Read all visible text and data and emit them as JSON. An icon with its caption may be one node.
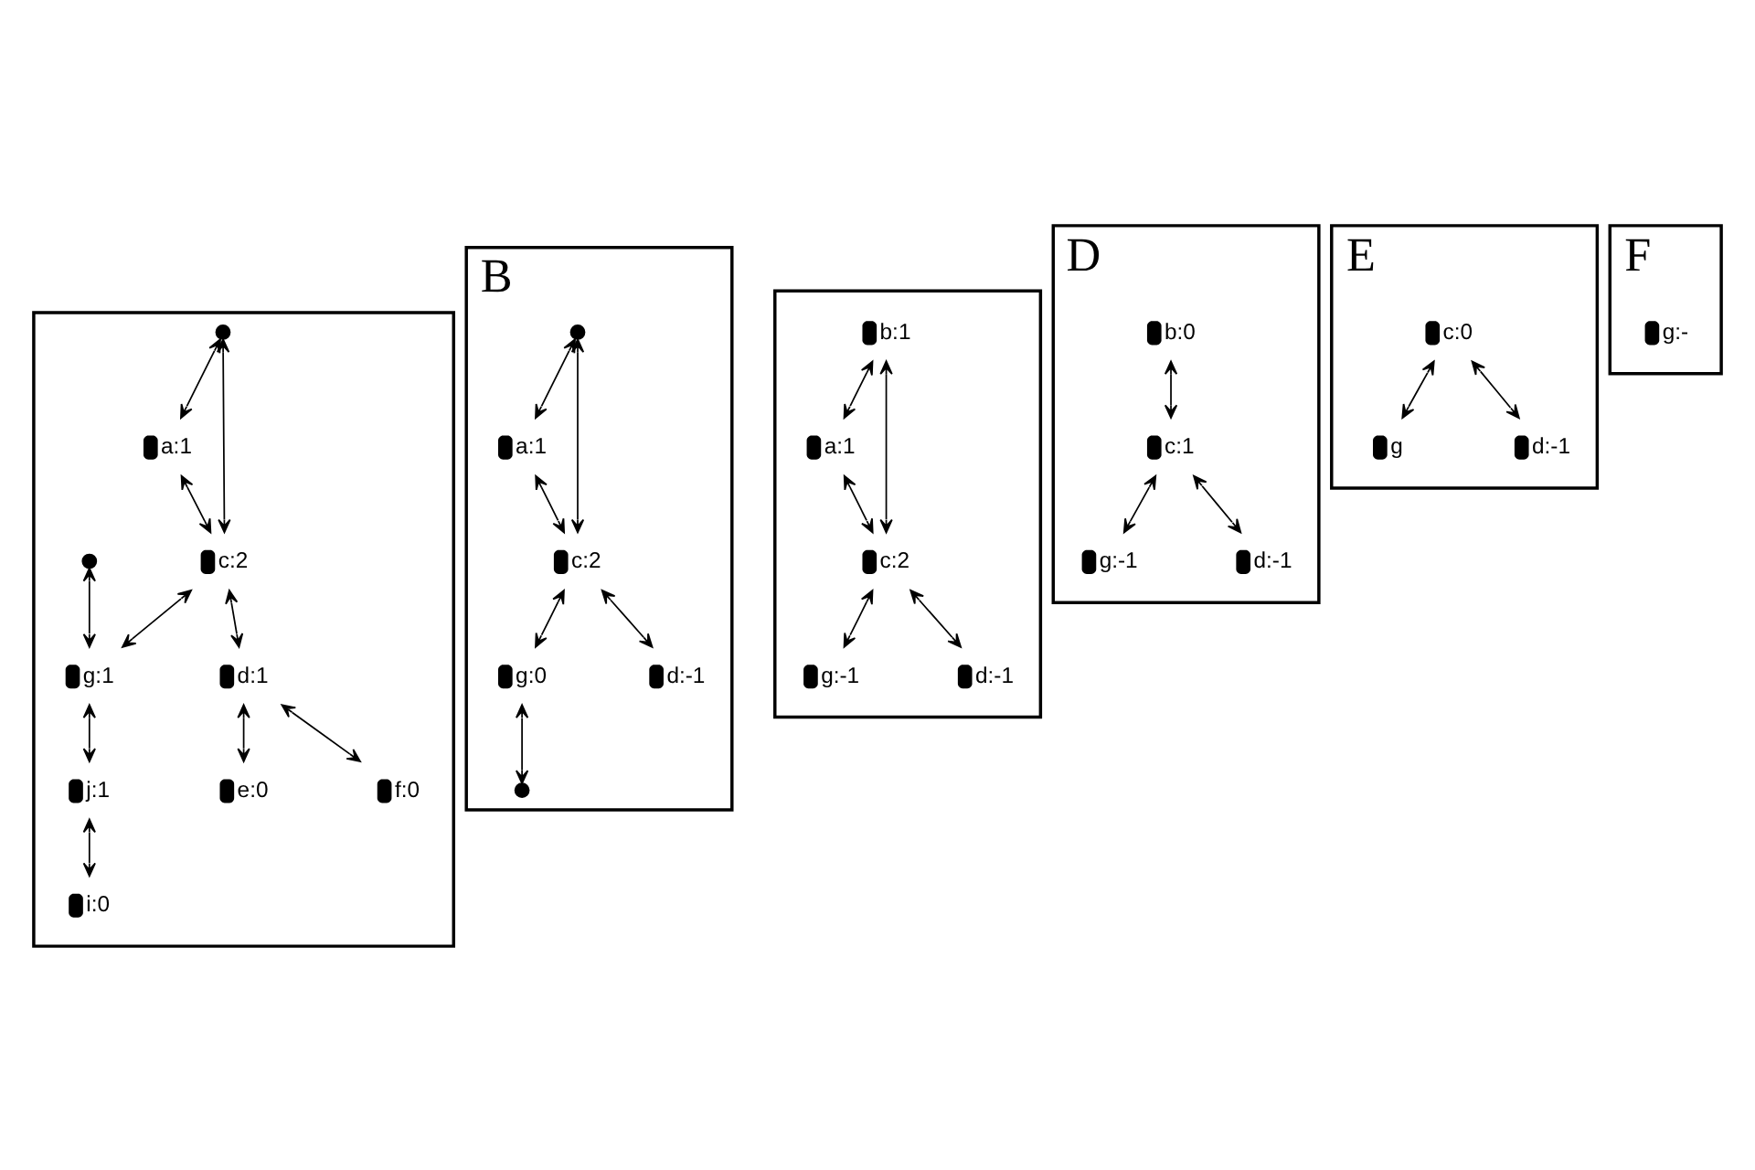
{
  "diagram": {
    "nodes": [
      {
        "text": [],
        "shape": "box"
      },
      {
        "text": [],
        "shape": "circle",
        "in": 0
      },
      {
        "text": [],
        "shape": "circle",
        "in": 0
      },
      {
        "text": [
          "a:1"
        ],
        "in": 0
      },
      {
        "text": [
          "j:1"
        ],
        "in": 0
      },
      {
        "text": [
          "c:2"
        ],
        "in": 0
      },
      {
        "text": [
          "g:1"
        ],
        "in": 0
      },
      {
        "text": [
          "d:1"
        ],
        "in": 0
      },
      {
        "text": [
          "i:0"
        ],
        "in": 0
      },
      {
        "text": [
          "e:0"
        ],
        "in": 0
      },
      {
        "text": [
          "f:0"
        ],
        "in": 0
      },
      {
        "text": [
          "B"
        ]
      },
      {
        "text": [],
        "shape": "circle",
        "in": 11
      },
      {
        "text": [
          "a:1"
        ],
        "in": 11
      },
      {
        "text": [
          "c:2"
        ],
        "in": 11
      },
      {
        "text": [
          "g:0"
        ],
        "in": 11
      },
      {
        "text": [],
        "shape": "circle",
        "in": 11
      },
      {
        "text": [
          "d:-1"
        ],
        "in": 11
      },
      {
        "text": [],
        "shape": "box"
      },
      {
        "text": [
          "b:1"
        ],
        "in": 18
      },
      {
        "text": [
          "a:1"
        ],
        "in": 18
      },
      {
        "text": [
          "c:2"
        ],
        "in": 18
      },
      {
        "text": [
          "g:-1"
        ],
        "in": 18
      },
      {
        "text": [
          "d:-1"
        ],
        "in": 18
      },
      {
        "text": [
          "D"
        ]
      },
      {
        "text": [
          "b:0"
        ],
        "in": 24
      },
      {
        "text": [
          "c:1"
        ],
        "in": 24
      },
      {
        "text": [
          "g:-1"
        ],
        "in": 24
      },
      {
        "text": [
          "d:-1"
        ],
        "in": 24
      },
      {
        "text": [
          "E"
        ]
      },
      {
        "text": [
          "c:0"
        ],
        "in": 29
      },
      {
        "text": [
          "g"
        ],
        "in": 29
      },
      {
        "text": [
          "d:-1"
        ],
        "in": 29
      },
      {
        "text": [
          "F"
        ]
      },
      {
        "text": [
          "g:-"
        ],
        "in": 33
      }
    ],
    "edges": [
      {
        "from": 1,
        "to": 3,
        "arrow": "both"
      },
      {
        "from": 1,
        "to": 5,
        "arrow": "both"
      },
      {
        "from": 3,
        "to": 5,
        "arrow": "both"
      },
      {
        "from": 2,
        "to": 6,
        "arrow": "both"
      },
      {
        "from": 5,
        "to": 6,
        "arrow": "both"
      },
      {
        "from": 6,
        "to": 4,
        "arrow": "both"
      },
      {
        "from": 4,
        "to": 8,
        "arrow": "both"
      },
      {
        "from": 5,
        "to": 7,
        "arrow": "both"
      },
      {
        "from": 7,
        "to": 9,
        "arrow": "both"
      },
      {
        "from": 7,
        "to": 10,
        "arrow": "both"
      },
      {
        "from": 12,
        "to": 13,
        "arrow": "both"
      },
      {
        "from": 12,
        "to": 14,
        "arrow": "both"
      },
      {
        "from": 13,
        "to": 14,
        "arrow": "both"
      },
      {
        "from": 14,
        "to": 15,
        "arrow": "both"
      },
      {
        "from": 15,
        "to": 16,
        "arrow": "both"
      },
      {
        "from": 14,
        "to": 17,
        "arrow": "both"
      },
      {
        "from": 19,
        "to": 20,
        "arrow": "both"
      },
      {
        "from": 19,
        "to": 21,
        "arrow": "both"
      },
      {
        "from": 20,
        "to": 21,
        "arrow": "both"
      },
      {
        "from": 21,
        "to": 22,
        "arrow": "both"
      },
      {
        "from": 21,
        "to": 23,
        "arrow": "both"
      },
      {
        "from": 25,
        "to": 26,
        "arrow": "both"
      },
      {
        "from": 26,
        "to": 27,
        "arrow": "both"
      },
      {
        "from": 26,
        "to": 28,
        "arrow": "both"
      },
      {
        "from": 30,
        "to": 31,
        "arrow": "both"
      },
      {
        "from": 30,
        "to": 32,
        "arrow": "both"
      }
    ]
  }
}
